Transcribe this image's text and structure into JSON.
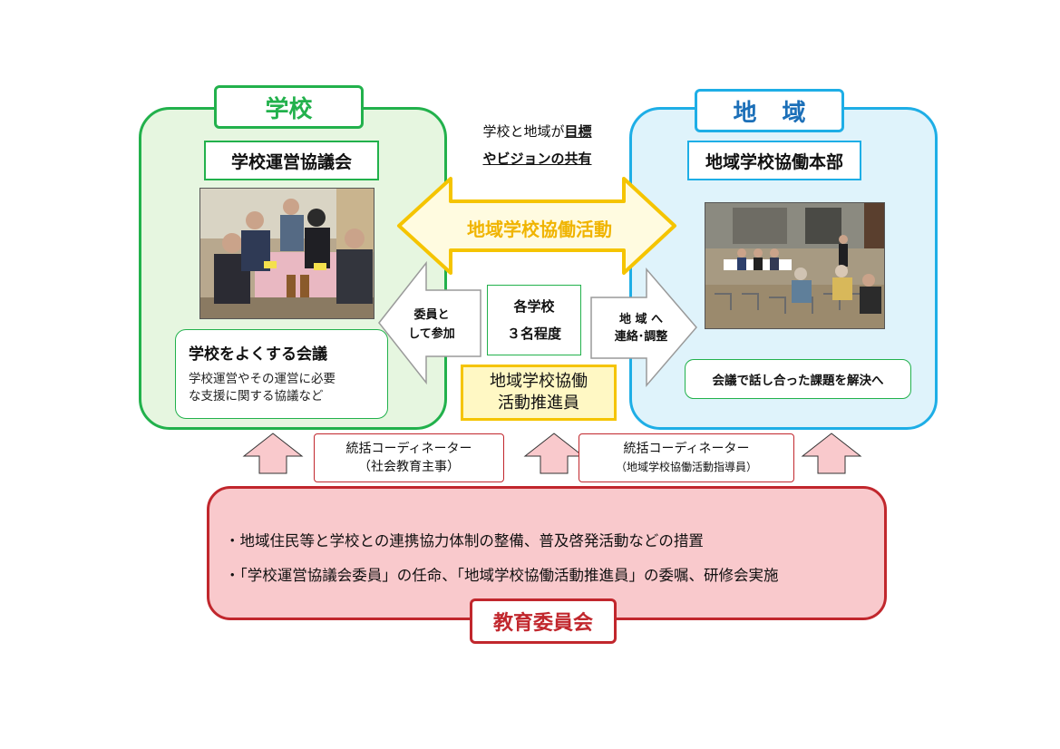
{
  "school": {
    "tab": "学校",
    "council_title": "学校運営協議会",
    "meeting_title": "学校をよくする会議",
    "meeting_desc_1": "学校運営やその運営に必要",
    "meeting_desc_2": "な支援に関する協議など"
  },
  "community": {
    "tab": "地域",
    "hq_title": "地域学校協働本部",
    "goal": "会議で話し合った課題を解決へ"
  },
  "center": {
    "shared_line1_a": "学校と地域が",
    "shared_line1_b": "目標",
    "shared_line2": "やビジョンの共有",
    "activity": "地域学校協働活動",
    "member_line1": "委員と",
    "member_line2": "して参加",
    "each_school_line1": "各学校",
    "each_school_line2": "３名程度",
    "contact_line1": "地 域 へ",
    "contact_line2": "連絡･調整",
    "promoter_line1": "地域学校協働",
    "promoter_line2": "活動推進員"
  },
  "coordinators": [
    {
      "title": "統括コーディネーター",
      "role": "（社会教育主事）"
    },
    {
      "title": "統括コーディネーター",
      "role": "（地域学校協働活動指導員）"
    }
  ],
  "board": {
    "title": "教育委員会",
    "items": [
      "・地域住民等と学校との連携協力体制の整備、普及啓発活動などの措置",
      "・「学校運営協議会委員」の任命、「地域学校協働活動推進員」の委嘱、研修会実施"
    ]
  },
  "colors": {
    "school_green": "#22b14c",
    "community_blue": "#1eaee6",
    "board_red": "#c1272d",
    "activity_yellow": "#f5c400"
  }
}
